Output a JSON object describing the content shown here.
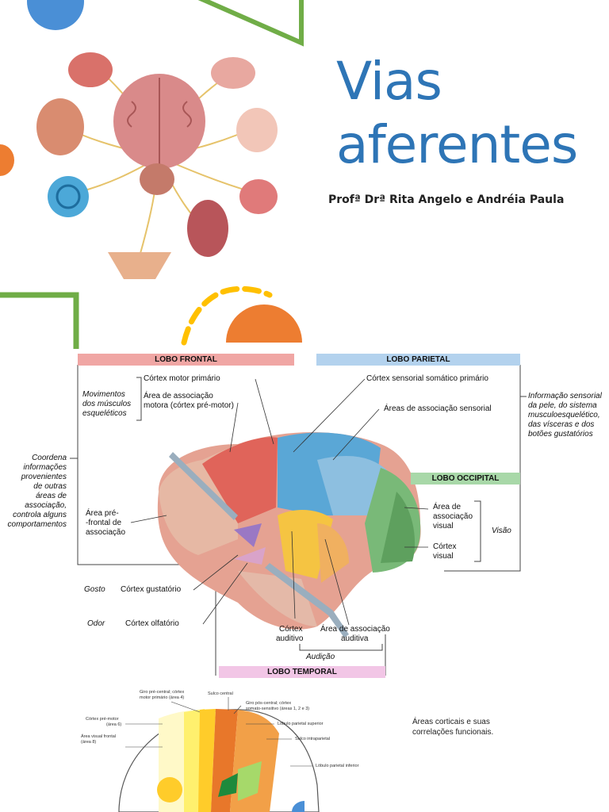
{
  "title": {
    "line1": "Vias",
    "line2": "aferentes"
  },
  "authors": "Profª Drª Rita Angelo e Andréia Paula",
  "diagram": {
    "headers": {
      "frontal": "LOBO FRONTAL",
      "parietal": "LOBO PARIETAL",
      "occipital": "LOBO OCCIPITAL",
      "temporal": "LOBO TEMPORAL"
    },
    "labels": {
      "motor_primary": "Córtex motor primário",
      "motor_assoc_l1": "Área de associação",
      "motor_assoc_l2": "motora (córtex pré-motor)",
      "movements_l1": "Movimentos",
      "movements_l2": "dos músculos",
      "movements_l3": "esqueléticos",
      "somatosensory": "Córtex sensorial somático primário",
      "sensory_assoc": "Áreas de associação sensorial",
      "info_l1": "Informação sensorial",
      "info_l2": "da pele, do sistema",
      "info_l3": "musculoesquelético,",
      "info_l4": "das vísceras e dos",
      "info_l5": "botões gustatórios",
      "coord_l1": "Coordena",
      "coord_l2": "informações",
      "coord_l3": "provenientes",
      "coord_l4": "de outras",
      "coord_l5": "áreas de",
      "coord_l6": "associação,",
      "coord_l7": "controla alguns",
      "coord_l8": "comportamentos",
      "prefrontal_l1": "Área pré-",
      "prefrontal_l2": "-frontal de",
      "prefrontal_l3": "associação",
      "visual_assoc_l1": "Área de",
      "visual_assoc_l2": "associação",
      "visual_assoc_l3": "visual",
      "vision": "Visão",
      "visual_cortex_l1": "Córtex",
      "visual_cortex_l2": "visual",
      "taste": "Gosto",
      "gustatory": "Córtex gustatório",
      "smell": "Odor",
      "olfactory": "Córtex olfatório",
      "auditory_l1": "Córtex",
      "auditory_l2": "auditivo",
      "aud_assoc_l1": "Área de associação",
      "aud_assoc_l2": "auditiva",
      "hearing": "Audição"
    }
  },
  "lower_figure": {
    "labels": {
      "precentral_l1": "Giro pré-central; córtex",
      "precentral_l2": "motor primário (área 4)",
      "central_sulcus": "Sulco central",
      "postcentral_l1": "Giro pós-central; córtex",
      "postcentral_l2": "somato-sensitivo (áreas 1, 2 e 3)",
      "premotor_l1": "Córtex pré-motor",
      "premotor_l2": "(área 6)",
      "superior_parietal": "Lóbulo parietal superior",
      "frontal_visual_l1": "Área visual frontal",
      "frontal_visual_l2": "(área 8)",
      "intraparietal": "Sulco intraparietal",
      "inferior_parietal": "Lóbulo parietal inferior"
    },
    "caption_l1": "Áreas corticais e suas",
    "caption_l2": "correlações funcionais."
  },
  "colors": {
    "title": "#2e75b6",
    "accent_blue": "#4a8fd6",
    "accent_orange": "#ed7d31",
    "accent_yellow": "#ffc000",
    "accent_green": "#70ad47"
  }
}
